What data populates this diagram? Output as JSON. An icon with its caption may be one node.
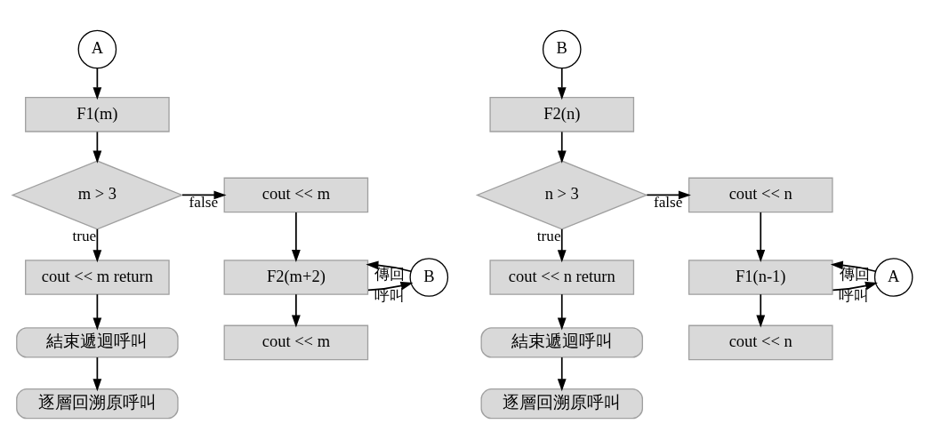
{
  "diagram": {
    "nodes": [
      {
        "text": [
          "A"
        ]
      },
      {
        "text": [
          "F1(m)"
        ]
      },
      {
        "text": [
          "m > 3"
        ]
      },
      {
        "text": [
          "cout << m"
        ]
      },
      {
        "text": [
          "F2(m+2)"
        ]
      },
      {
        "text": [
          "B"
        ]
      },
      {
        "text": [
          "cout << m"
        ]
      },
      {
        "text": [
          "cout << m return"
        ]
      },
      {
        "text": [
          "結束遞迴呼叫"
        ]
      },
      {
        "text": [
          "逐層回溯原呼叫"
        ]
      },
      {
        "text": [
          "B"
        ]
      },
      {
        "text": [
          "F2(n)"
        ]
      },
      {
        "text": [
          "n > 3"
        ]
      },
      {
        "text": [
          "cout << n"
        ]
      },
      {
        "text": [
          "F1(n-1)"
        ]
      },
      {
        "text": [
          "A"
        ]
      },
      {
        "text": [
          "cout << n"
        ]
      },
      {
        "text": [
          "cout << n return"
        ]
      },
      {
        "text": [
          "結束遞迴呼叫"
        ]
      },
      {
        "text": [
          "逐層回溯原呼叫"
        ]
      }
    ],
    "edges": [
      {
        "from": 0,
        "to": 1,
        "arrow": "to"
      },
      {
        "from": 1,
        "to": 2,
        "arrow": "to"
      },
      {
        "from": 2,
        "to": 3,
        "arrow": "to",
        "label": "false"
      },
      {
        "from": 3,
        "to": 4,
        "arrow": "to"
      },
      {
        "from": 4,
        "to": 5,
        "arrow": "to",
        "label": "呼叫"
      },
      {
        "from": 5,
        "to": 4,
        "arrow": "to",
        "label": "傳回"
      },
      {
        "from": 4,
        "to": 6,
        "arrow": "to"
      },
      {
        "from": 2,
        "to": 7,
        "arrow": "to",
        "label": "true"
      },
      {
        "from": 7,
        "to": 8,
        "arrow": "to"
      },
      {
        "from": 8,
        "to": 9,
        "arrow": "to"
      },
      {
        "from": 10,
        "to": 11,
        "arrow": "to"
      },
      {
        "from": 11,
        "to": 12,
        "arrow": "to"
      },
      {
        "from": 12,
        "to": 13,
        "arrow": "to",
        "label": "false"
      },
      {
        "from": 13,
        "to": 14,
        "arrow": "to"
      },
      {
        "from": 14,
        "to": 15,
        "arrow": "to",
        "label": "呼叫"
      },
      {
        "from": 15,
        "to": 14,
        "arrow": "to",
        "label": "傳回"
      },
      {
        "from": 14,
        "to": 16,
        "arrow": "to"
      },
      {
        "from": 12,
        "to": 17,
        "arrow": "to",
        "label": "true"
      },
      {
        "from": 17,
        "to": 18,
        "arrow": "to"
      },
      {
        "from": 18,
        "to": 19,
        "arrow": "to"
      }
    ]
  }
}
